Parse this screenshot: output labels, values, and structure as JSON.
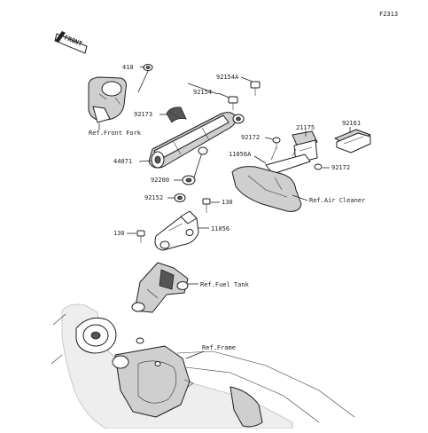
{
  "diagram": {
    "figure_code": "F2313",
    "front_badge": "FRONT",
    "parts": {
      "p410": "410",
      "p92154A": "92154A",
      "p92154": "92154",
      "p92173": "92173",
      "p44071": "44071",
      "p92172a": "92172",
      "p92172b": "92172",
      "p21175": "21175",
      "p92161": "92161",
      "p11056A": "11056A",
      "p92200": "92200",
      "p92152": "92152",
      "p130a": "130",
      "p130b": "130",
      "p11056": "11056"
    },
    "refs": {
      "front_fork": "Ref.Front Fork",
      "air_cleaner": "Ref.Air Cleaner",
      "fuel_tank": "Ref.Fuel Tank",
      "frame": "Ref.Frame"
    }
  }
}
